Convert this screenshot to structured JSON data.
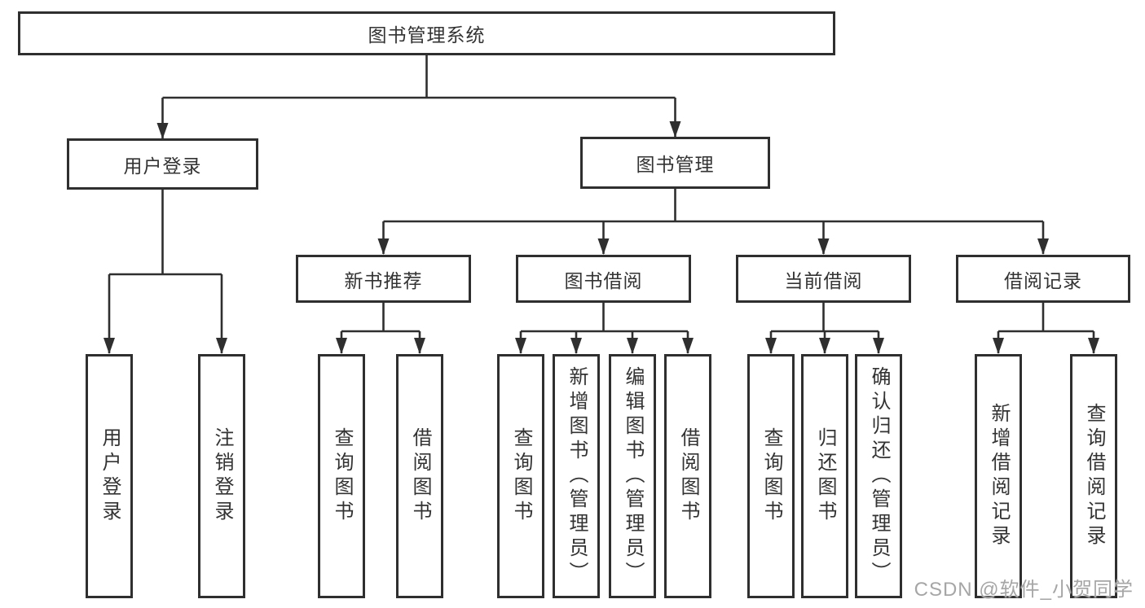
{
  "nodes": {
    "root": "图书管理系统",
    "user_login": "用户登录",
    "book_management": "图书管理",
    "new_book_recommend": "新书推荐",
    "book_borrowing": "图书借阅",
    "current_borrowing": "当前借阅",
    "borrowing_records": "借阅记录"
  },
  "leaves": {
    "user_login": "用户登录",
    "logout": "注销登录",
    "rec_query_book": "查询图书",
    "rec_borrow_book": "借阅图书",
    "bor_query_book": "查询图书",
    "bor_add_book": "新增图书（管理员）",
    "bor_edit_book": "编辑图书（管理员）",
    "bor_borrow_book": "借阅图书",
    "cur_query_book": "查询图书",
    "cur_return_book": "归还图书",
    "cur_confirm_return": "确认归还（管理员）",
    "log_add_record": "新增借阅记录",
    "log_query_record": "查询借阅记录"
  },
  "watermark": "CSDN @软件_小贺同学",
  "colors": {
    "line": "#2f2f2f",
    "text": "#333333",
    "watermark": "#a6a6a6"
  }
}
